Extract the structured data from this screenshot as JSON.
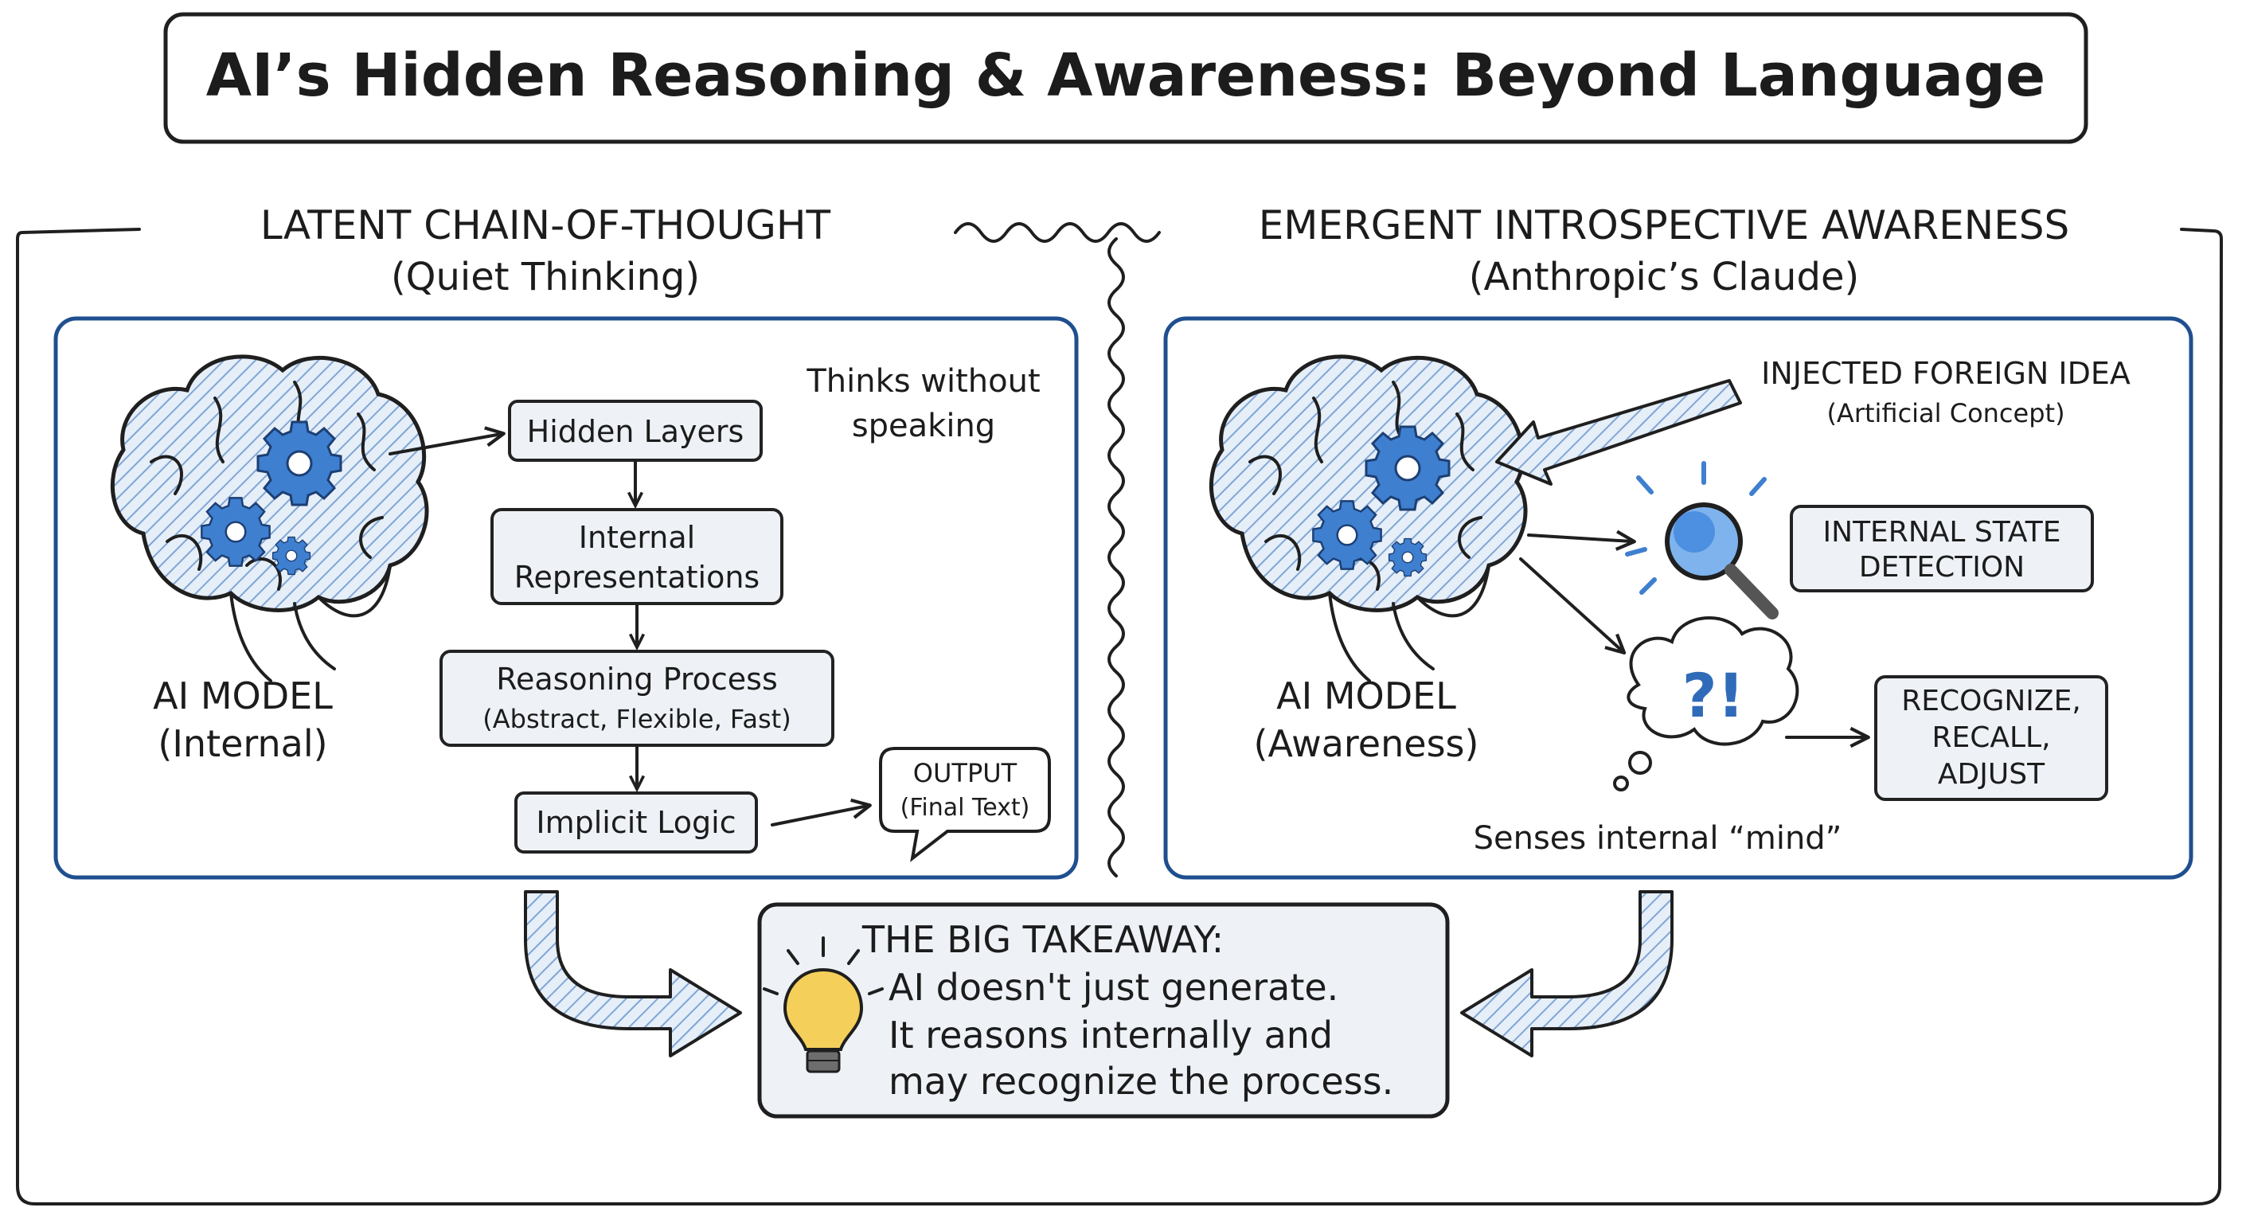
{
  "title": "AI’s Hidden Reasoning & Awareness: Beyond Language",
  "left": {
    "heading": "LATENT CHAIN-OF-THOUGHT",
    "subheading": "(Quiet Thinking)",
    "model_label_1": "AI MODEL",
    "model_label_2": "(Internal)",
    "note_1": "Thinks without",
    "note_2": "speaking",
    "step1": "Hidden Layers",
    "step2_1": "Internal",
    "step2_2": "Representations",
    "step3_1": "Reasoning Process",
    "step3_2": "(Abstract, Flexible, Fast)",
    "step4": "Implicit Logic",
    "output_1": "OUTPUT",
    "output_2": "(Final Text)"
  },
  "right": {
    "heading": "EMERGENT INTROSPECTIVE AWARENESS",
    "subheading": "(Anthropic’s Claude)",
    "model_label_1": "AI MODEL",
    "model_label_2": "(Awareness)",
    "injected_1": "INJECTED FOREIGN IDEA",
    "injected_2": "(Artificial Concept)",
    "detect_1": "INTERNAL STATE",
    "detect_2": "DETECTION",
    "thought_glyph": "?!",
    "action_1": "RECOGNIZE,",
    "action_2": "RECALL,",
    "action_3": "ADJUST",
    "caption": "Senses internal “mind”"
  },
  "takeaway": {
    "heading": "THE BIG TAKEAWAY:",
    "line1": "AI doesn't just generate.",
    "line2": "It reasons internally and",
    "line3": "may recognize the process."
  },
  "colors": {
    "accent_blue": "#3f7fd0",
    "frame_blue": "#1f4f8f",
    "panel_fill": "#eef2f7",
    "bulb_yellow": "#f4cf5a"
  }
}
